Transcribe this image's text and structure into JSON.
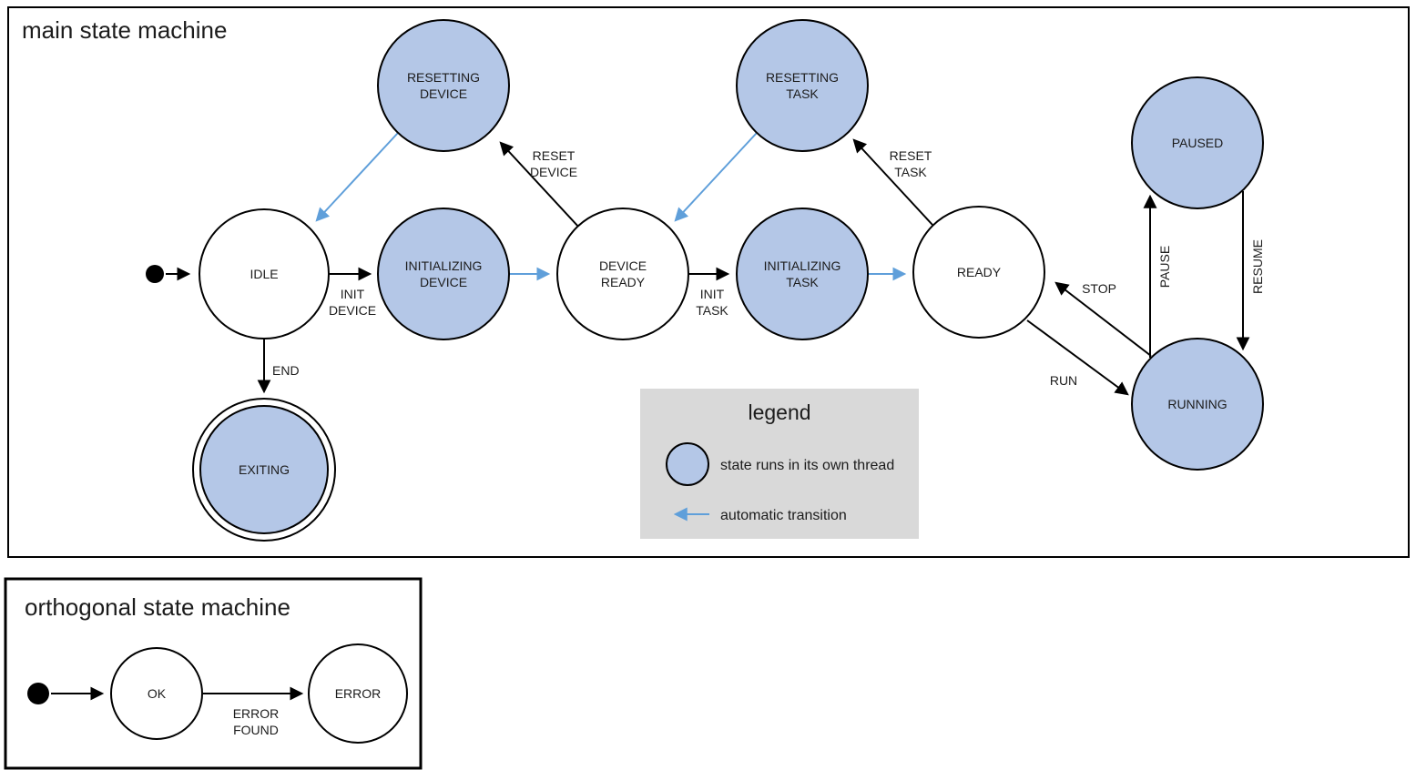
{
  "colors": {
    "thread_state_fill": "#b4c7e7",
    "automatic_arrow": "#5f9fda",
    "stroke": "#000000",
    "legend_background": "#d9d9d9",
    "text": "#1c1c1c",
    "background": "#ffffff"
  },
  "main": {
    "title": "main state machine",
    "states": {
      "idle": {
        "label": "IDLE",
        "lines": [
          "IDLE"
        ],
        "thread": false,
        "final": false
      },
      "initializing_device": {
        "label": "INITIALIZING DEVICE",
        "lines": [
          "INITIALIZING",
          "DEVICE"
        ],
        "thread": true,
        "final": false
      },
      "device_ready": {
        "label": "DEVICE READY",
        "lines": [
          "DEVICE",
          "READY"
        ],
        "thread": false,
        "final": false
      },
      "initializing_task": {
        "label": "INITIALIZING TASK",
        "lines": [
          "INITIALIZING",
          "TASK"
        ],
        "thread": true,
        "final": false
      },
      "ready": {
        "label": "READY",
        "lines": [
          "READY"
        ],
        "thread": false,
        "final": false
      },
      "resetting_device": {
        "label": "RESETTING DEVICE",
        "lines": [
          "RESETTING",
          "DEVICE"
        ],
        "thread": true,
        "final": false
      },
      "resetting_task": {
        "label": "RESETTING TASK",
        "lines": [
          "RESETTING",
          "TASK"
        ],
        "thread": true,
        "final": false
      },
      "paused": {
        "label": "PAUSED",
        "lines": [
          "PAUSED"
        ],
        "thread": true,
        "final": false
      },
      "running": {
        "label": "RUNNING",
        "lines": [
          "RUNNING"
        ],
        "thread": true,
        "final": false
      },
      "exiting": {
        "label": "EXITING",
        "lines": [
          "EXITING"
        ],
        "thread": true,
        "final": true
      }
    },
    "transitions": {
      "start": {
        "from": "initial",
        "to": "IDLE",
        "label": "",
        "type": "manual"
      },
      "init_device": {
        "from": "IDLE",
        "to": "INITIALIZING DEVICE",
        "label": "INIT DEVICE",
        "lines": [
          "INIT",
          "DEVICE"
        ],
        "type": "manual"
      },
      "auto_device": {
        "from": "INITIALIZING DEVICE",
        "to": "DEVICE READY",
        "label": "",
        "type": "automatic"
      },
      "init_task": {
        "from": "DEVICE READY",
        "to": "INITIALIZING TASK",
        "label": "INIT TASK",
        "lines": [
          "INIT",
          "TASK"
        ],
        "type": "manual"
      },
      "auto_task": {
        "from": "INITIALIZING TASK",
        "to": "READY",
        "label": "",
        "type": "automatic"
      },
      "reset_device": {
        "from": "DEVICE READY",
        "to": "RESETTING DEVICE",
        "label": "RESET DEVICE",
        "lines": [
          "RESET",
          "DEVICE"
        ],
        "type": "manual"
      },
      "auto_reset_device": {
        "from": "RESETTING DEVICE",
        "to": "IDLE",
        "label": "",
        "type": "automatic"
      },
      "reset_task": {
        "from": "READY",
        "to": "RESETTING TASK",
        "label": "RESET TASK",
        "lines": [
          "RESET",
          "TASK"
        ],
        "type": "manual"
      },
      "auto_reset_task": {
        "from": "RESETTING TASK",
        "to": "DEVICE READY",
        "label": "",
        "type": "automatic"
      },
      "run": {
        "from": "READY",
        "to": "RUNNING",
        "label": "RUN",
        "lines": [
          "RUN"
        ],
        "type": "manual"
      },
      "stop": {
        "from": "RUNNING",
        "to": "READY",
        "label": "STOP",
        "lines": [
          "STOP"
        ],
        "type": "manual"
      },
      "pause": {
        "from": "RUNNING",
        "to": "PAUSED",
        "label": "PAUSE",
        "lines": [
          "PAUSE"
        ],
        "type": "manual"
      },
      "resume": {
        "from": "PAUSED",
        "to": "RUNNING",
        "label": "RESUME",
        "lines": [
          "RESUME"
        ],
        "type": "manual"
      },
      "end": {
        "from": "IDLE",
        "to": "EXITING",
        "label": "END",
        "lines": [
          "END"
        ],
        "type": "manual"
      }
    }
  },
  "legend": {
    "title": "legend",
    "thread_label": "state runs in its own thread",
    "auto_label": "automatic transition"
  },
  "orthogonal": {
    "title": "orthogonal state machine",
    "states": {
      "ok": {
        "label": "OK",
        "lines": [
          "OK"
        ],
        "thread": false,
        "final": false
      },
      "error": {
        "label": "ERROR",
        "lines": [
          "ERROR"
        ],
        "thread": false,
        "final": false
      }
    },
    "transitions": {
      "start": {
        "from": "initial",
        "to": "OK",
        "label": "",
        "type": "manual"
      },
      "error_found": {
        "from": "OK",
        "to": "ERROR",
        "label": "ERROR FOUND",
        "lines": [
          "ERROR",
          "FOUND"
        ],
        "type": "manual"
      }
    }
  }
}
